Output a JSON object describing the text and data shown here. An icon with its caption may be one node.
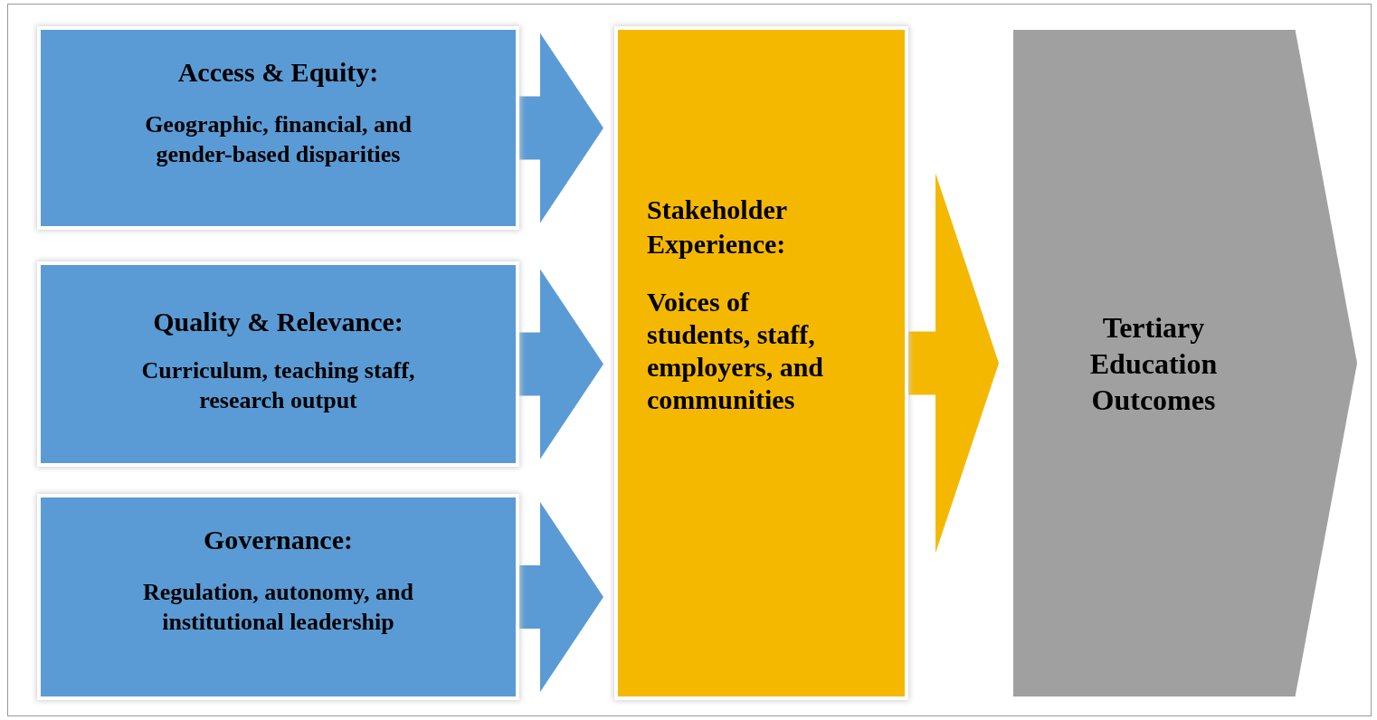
{
  "diagram": {
    "nodes": [
      {
        "text": [
          "Access & Equity:",
          "Geographic, financial, and gender-based disparities"
        ]
      },
      {
        "text": [
          "Quality & Relevance:",
          "Curriculum, teaching staff, research output"
        ]
      },
      {
        "text": [
          "Governance:",
          "Regulation, autonomy, and institutional leadership"
        ]
      },
      {
        "text": [
          "Stakeholder Experience:",
          "Voices of students, staff, employers, and communities"
        ]
      },
      {
        "text": [
          "Tertiary Education Outcomes"
        ]
      }
    ],
    "edges": [
      {
        "from": 0,
        "to": 3,
        "arrow": "to"
      },
      {
        "from": 1,
        "to": 3,
        "arrow": "to"
      },
      {
        "from": 2,
        "to": 3,
        "arrow": "to"
      },
      {
        "from": 3,
        "to": 4,
        "arrow": "to",
        "color": "#f5b800"
      }
    ]
  }
}
